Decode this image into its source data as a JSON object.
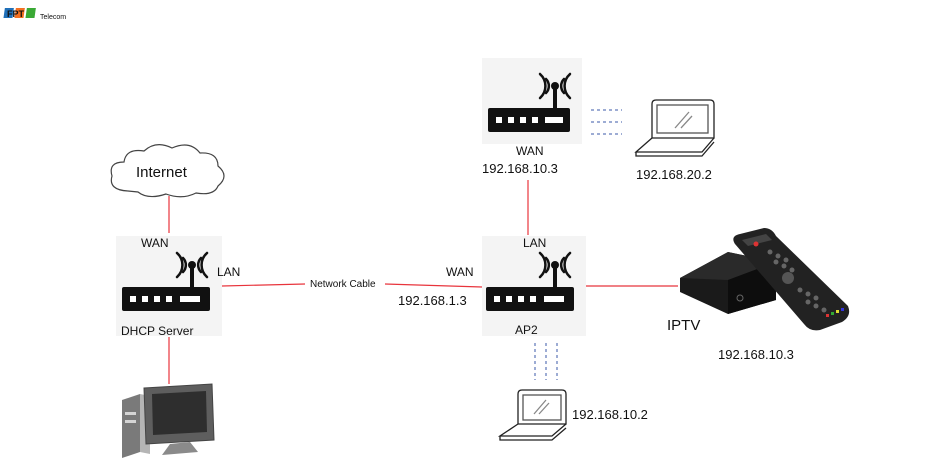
{
  "logo": {
    "brand": "FPT",
    "sub": "Telecom",
    "colors": [
      "#1f6fb8",
      "#f37021",
      "#3aa935"
    ]
  },
  "colors": {
    "link": "#e8343c",
    "wireless": "#3b5aa8",
    "device": "#111111"
  },
  "labels": {
    "internet": "Internet",
    "dhcp_wan": "WAN",
    "dhcp_lan": "LAN",
    "dhcp_name": "DHCP Server",
    "cable": "Network Cable",
    "ap2_wan": "WAN",
    "ap2_ip": "192.168.1.3",
    "ap2_lan": "LAN",
    "ap2_name": "AP2",
    "ap3_wan": "WAN",
    "ap3_ip": "192.168.10.3",
    "laptop_top_ip": "192.168.20.2",
    "laptop_bottom_ip": "192.168.10.2",
    "iptv_name": "IPTV",
    "iptv_ip": "192.168.10.3"
  }
}
